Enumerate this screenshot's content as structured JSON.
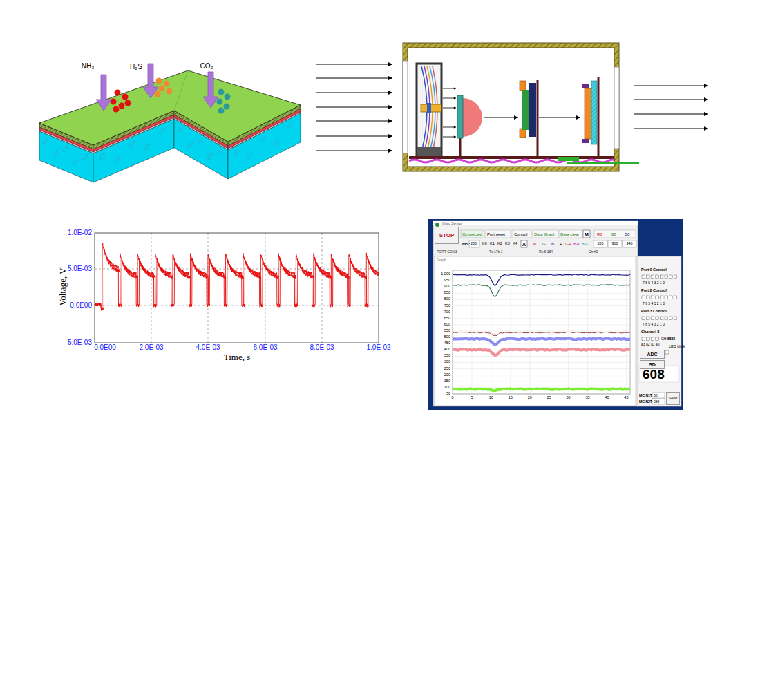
{
  "diagram": {
    "nodes": [
      {
        "text": [
          "STOP"
        ]
      },
      {
        "text": [
          "ADC"
        ]
      },
      {
        "text": [
          "SD"
        ]
      },
      {
        "text": [
          "Send"
        ]
      }
    ],
    "labels": [
      "NH₃",
      "H₂S",
      "CO₂",
      "1.0E-02",
      "5.0E-03",
      "0.0E00",
      "-5.0E-03",
      "Voltage, V",
      "0.0E00",
      "2.0E-03",
      "4.0E-03",
      "6.0E-03",
      "8.0E-03",
      "1.0E-02",
      "Time, s",
      "Optic Sensor",
      "Connected",
      "Port reset",
      "Control",
      "Data Graph",
      "Data clear",
      "M",
      "R8",
      "G8",
      "B8",
      "mS:",
      "200",
      "K0",
      "K1",
      "K2",
      "K3",
      "K4",
      "A",
      "R",
      "G",
      "B",
      "+",
      "G-R",
      "B-R",
      "B-G",
      "520",
      "900",
      "940",
      "PORT-COM3",
      "Tx:17b 1",
      "Rx:6 154",
      "Ch:#0",
      "Graph",
      "1 000",
      "950",
      "900",
      "850",
      "800",
      "750",
      "700",
      "650",
      "600",
      "550",
      "500",
      "450",
      "400",
      "350",
      "300",
      "250",
      "200",
      "150",
      "100",
      "50",
      "0",
      "5",
      "10",
      "15",
      "20",
      "25",
      "30",
      "35",
      "40",
      "45",
      "Port 0 Control",
      "7 6 5 4 3 2 1 0",
      "Port 2 Control",
      "7 6 5 4 3 2 1 0",
      "Port 3 Control",
      "7 6 5 4 3 2 1 0",
      "Channel 8",
      "CH:",
      "8888",
      "a3 a2 a1 a0",
      "LED blink",
      "608",
      "MC:N1T",
      "58",
      "MC:N2T",
      "288"
    ]
  }
}
